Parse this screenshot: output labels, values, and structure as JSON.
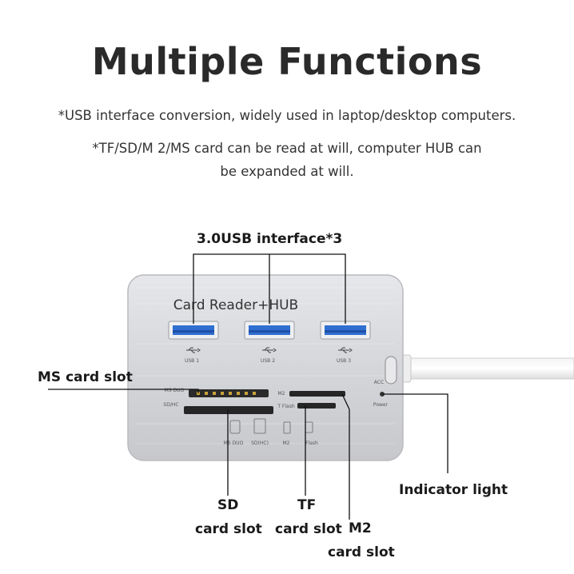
{
  "title": "Multiple Functions",
  "desc": {
    "line1": "*USB interface conversion, widely used in laptop/desktop computers.",
    "line2": "*TF/SD/M 2/MS card can be read at will, computer HUB can",
    "line3": "be expanded at will."
  },
  "device": {
    "brand": "Card Reader+HUB",
    "port_labels": [
      "USB 1",
      "USB 2",
      "USB 3"
    ],
    "slot_labels": {
      "ms_duo": "MS DUO",
      "sdhc": "SD/HC",
      "m2": "M2",
      "tflash": "T Flash",
      "acc": "ACC",
      "power": "Power"
    },
    "icon_labels": [
      "MS DUO",
      "SD(HC)",
      "M2",
      "Flash"
    ]
  },
  "callouts": {
    "usb": "3.0USB interface*3",
    "ms": "MS card slot",
    "sd_line1": "SD",
    "sd_line2": "card slot",
    "tf_line1": "TF",
    "tf_line2": "card slot",
    "m2_line1": "M2",
    "m2_line2": "card slot",
    "indicator": "Indicator light"
  },
  "colors": {
    "usb_blue": "#2f6fd1",
    "housing": "#d7d8dc",
    "text": "#2a2a2a"
  }
}
